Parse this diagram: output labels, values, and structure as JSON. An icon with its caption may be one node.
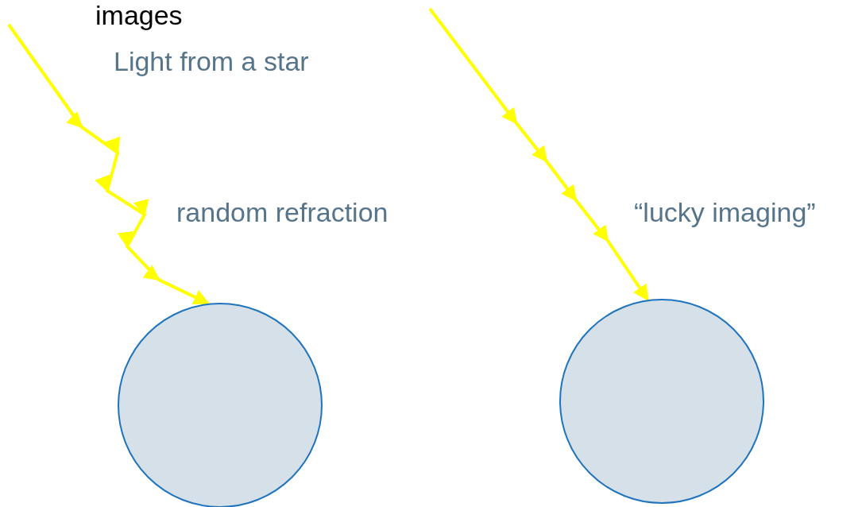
{
  "diagram": {
    "nodes": [
      {
        "text": [],
        "shape": "circle"
      },
      {
        "text": [],
        "shape": "circle"
      }
    ],
    "edges": [
      {
        "from": null,
        "to": 0,
        "arrow": "to"
      },
      {
        "from": null,
        "to": 1,
        "arrow": "to"
      }
    ],
    "labels": [
      "images",
      "Light from a star",
      "random refraction",
      "“lucky imaging”"
    ]
  }
}
